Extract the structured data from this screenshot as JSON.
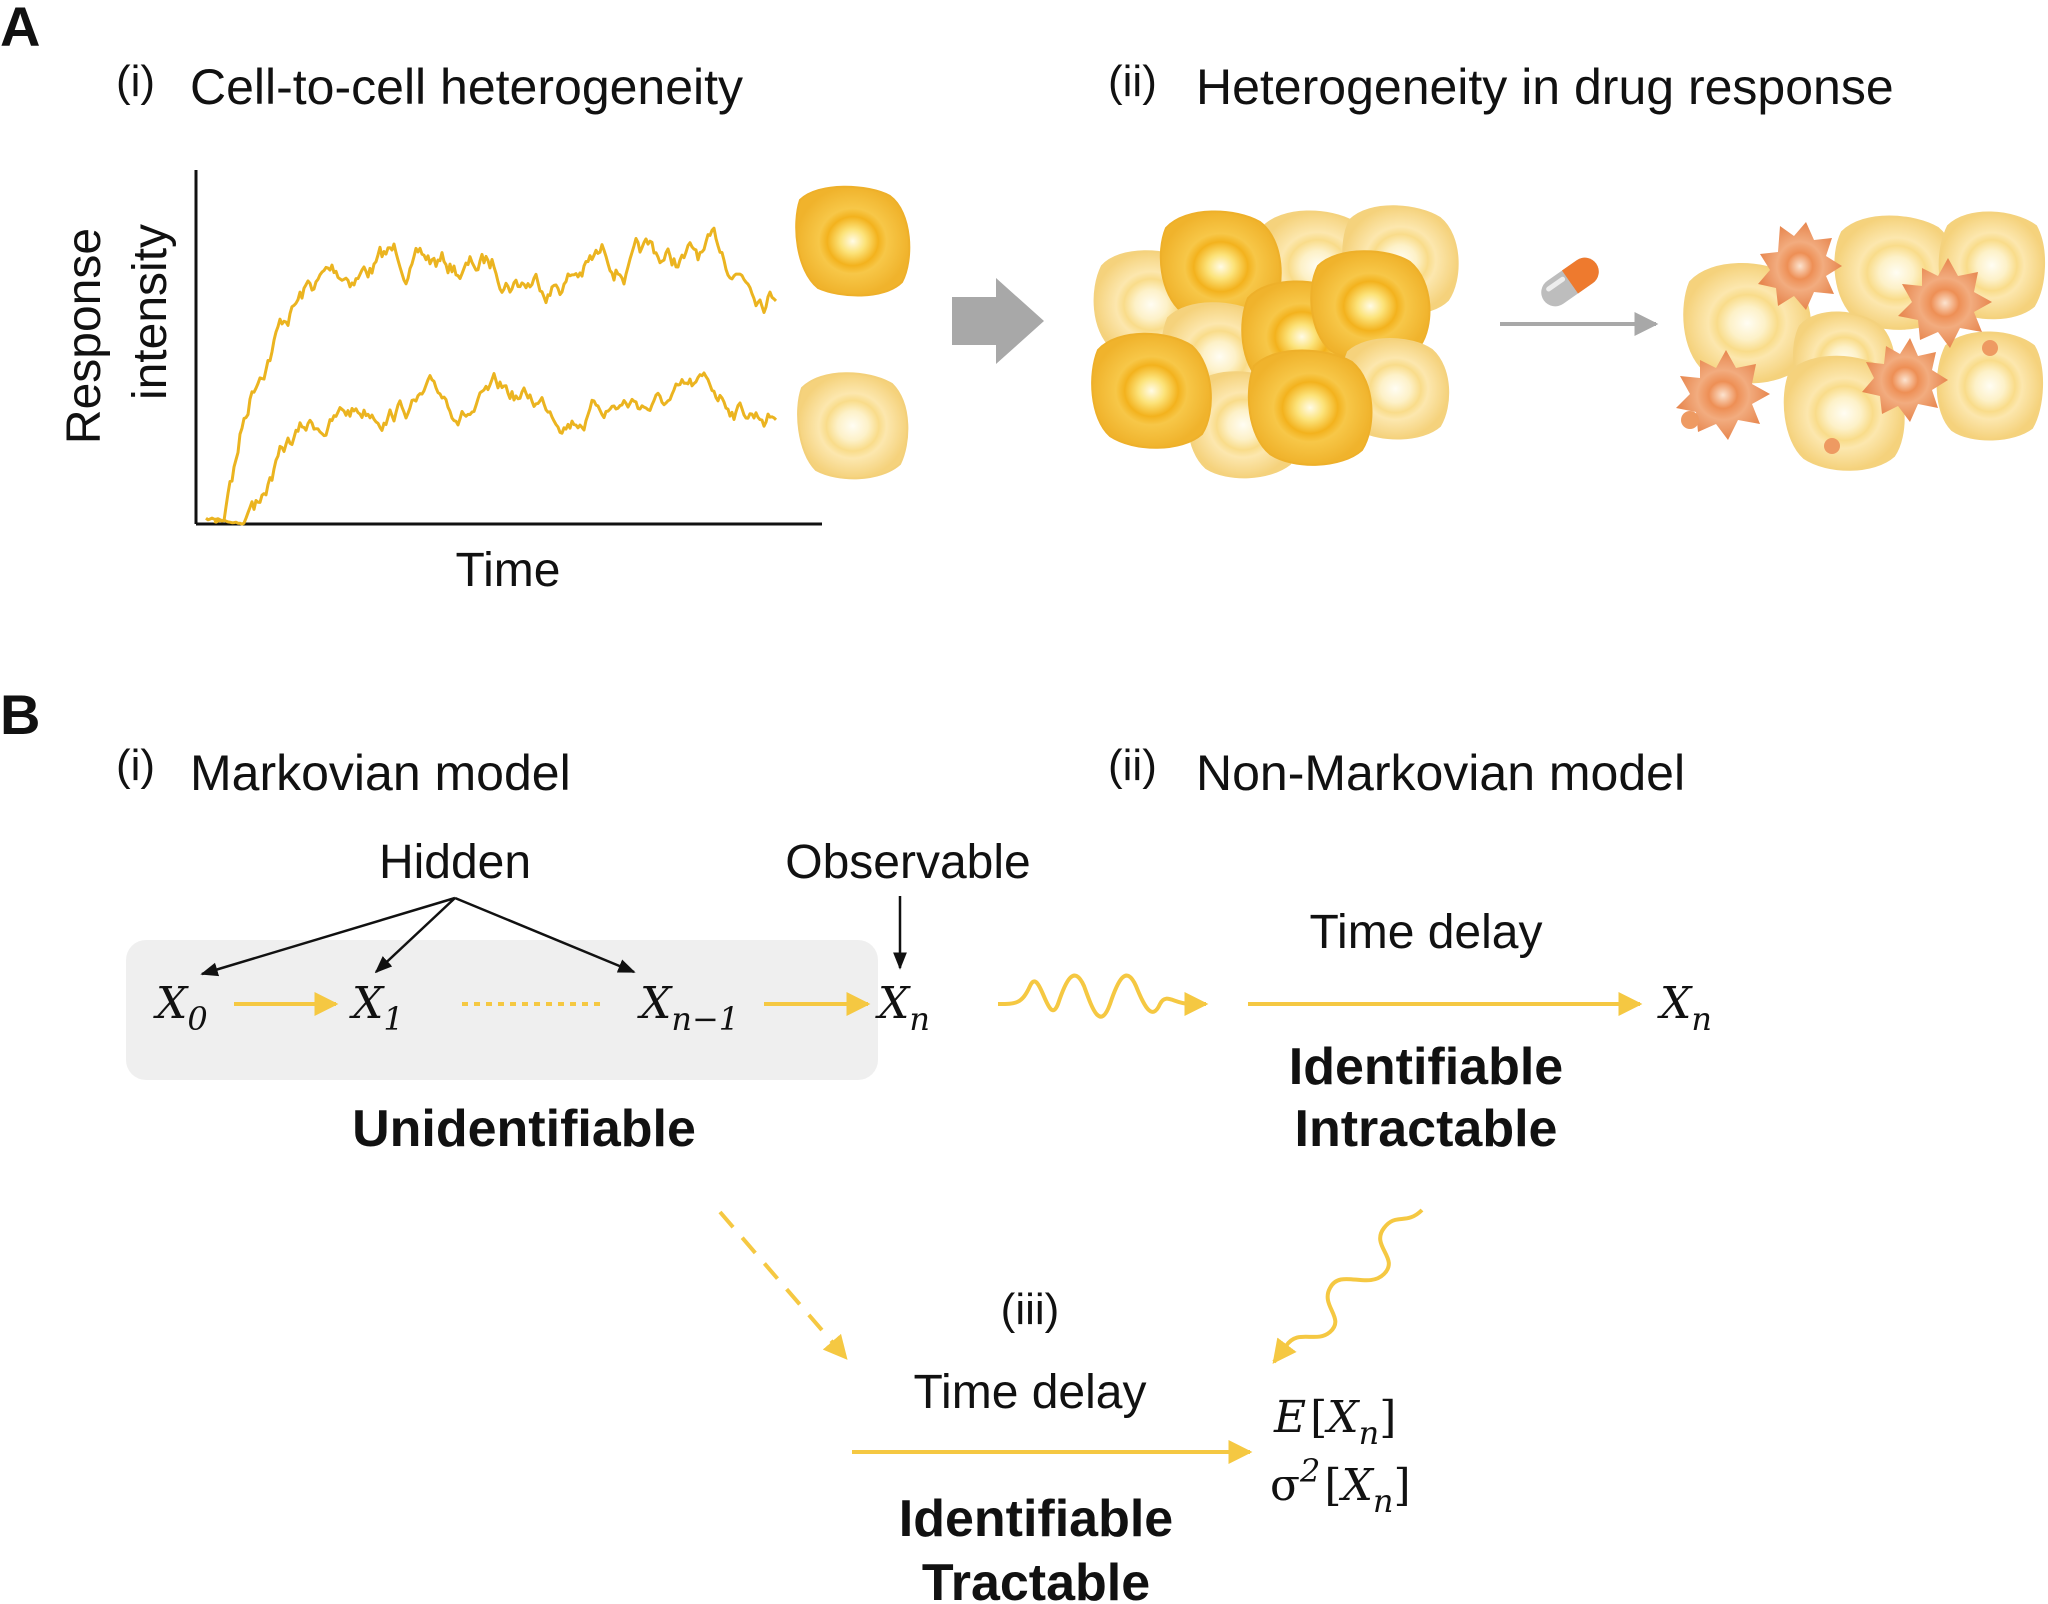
{
  "panel_a": {
    "letter": "A",
    "sub_i": {
      "num": "(i)",
      "title": "Cell-to-cell heterogeneity"
    },
    "sub_ii": {
      "num": "(ii)",
      "title": "Heterogeneity in drug response"
    },
    "y_label_line1": "Response",
    "y_label_line2": "intensity",
    "x_label": "Time"
  },
  "panel_b": {
    "letter": "B",
    "sub_i": {
      "num": "(i)",
      "title": "Markovian model"
    },
    "sub_ii": {
      "num": "(ii)",
      "title": "Non-Markovian model"
    },
    "sub_iii": {
      "num": "(iii)"
    },
    "hidden_label": "Hidden",
    "observable_label": "Observable",
    "chain": {
      "x0": {
        "base": "X",
        "sub": "0"
      },
      "x1": {
        "base": "X",
        "sub": "1"
      },
      "xn1": {
        "base": "X",
        "sub": "n−1"
      },
      "xn": {
        "base": "X",
        "sub": "n"
      }
    },
    "unidentifiable": "Unidentifiable",
    "time_delay": "Time delay",
    "nonmarkov_xn": {
      "base": "X",
      "sub": "n"
    },
    "identifiable": "Identifiable",
    "intractable": "Intractable",
    "time_delay_iii": "Time delay",
    "identifiable_iii": "Identifiable",
    "tractable": "Tractable",
    "expectation": {
      "op": "E",
      "open": "[",
      "base": "X",
      "sub": "n",
      "close": "]"
    },
    "variance": {
      "op": "σ",
      "sup": "2",
      "open": "[",
      "base": "X",
      "sub": "n",
      "close": "]"
    }
  },
  "colors": {
    "accent": "#F5C842",
    "trace": "#EBB420",
    "cell_bright": "#F6BE2A",
    "cell_pale": "#FBE3A0",
    "cell_dying": "#EE9A62",
    "hidden_box": "#EFEFEF",
    "gray_arrow": "#A8A8A8"
  }
}
